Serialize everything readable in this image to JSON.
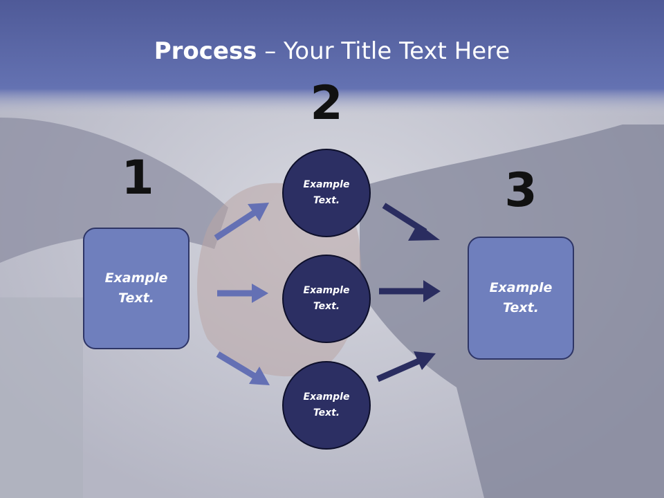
{
  "title": {
    "bold": "Process",
    "rest": " – Your Title Text Here"
  },
  "numbers": [
    "1",
    "2",
    "3"
  ],
  "left_box": {
    "text": "Example\nText."
  },
  "right_box": {
    "text": "Example\nText."
  },
  "circles": [
    {
      "text": "Example\nText."
    },
    {
      "text": "Example\nText."
    },
    {
      "text": "Example\nText."
    }
  ],
  "colors": {
    "header": "#5b67a8",
    "box_fill": "#6f7fbd",
    "circle_fill": "#2c2f63",
    "arrow_light": "#6470b4",
    "arrow_dark": "#2a2d60"
  }
}
